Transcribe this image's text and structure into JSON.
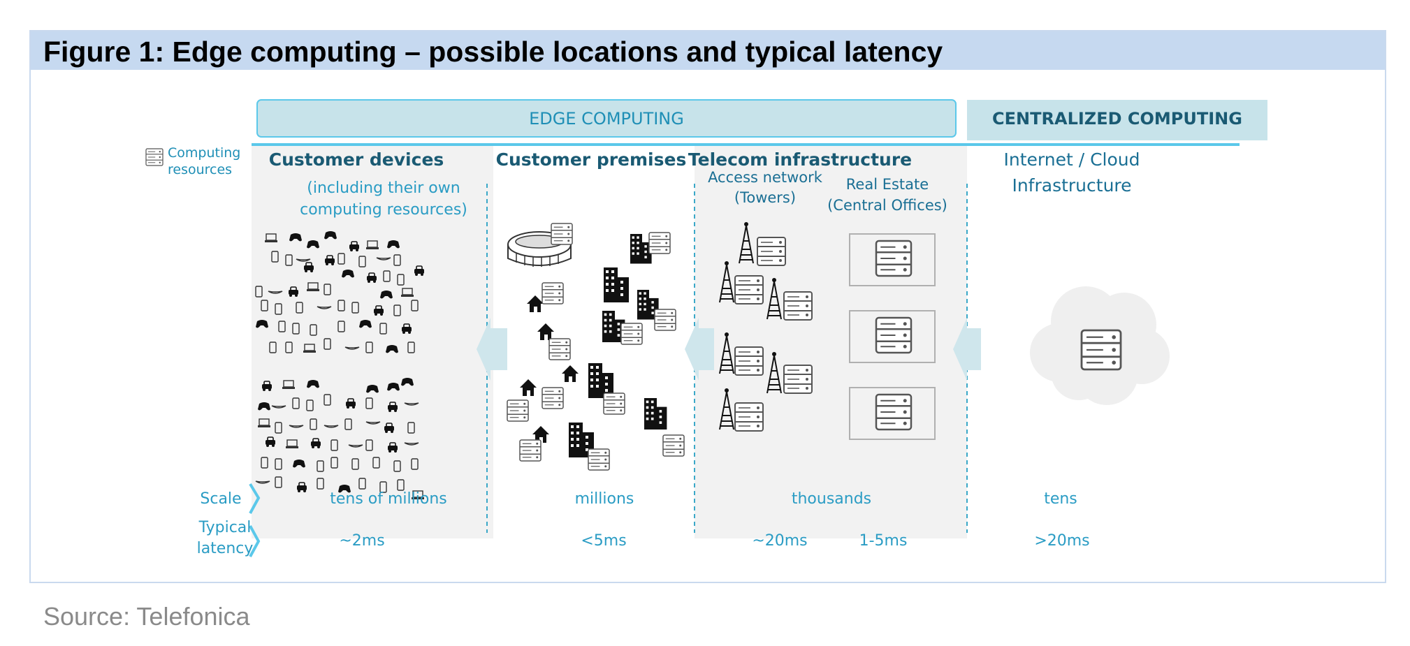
{
  "figure": {
    "title": "Figure 1: Edge computing – possible locations and typical latency",
    "source": "Source: Telefonica"
  },
  "diagram": {
    "colors": {
      "accent": "#5bc8ea",
      "teal_text": "#1f7fa6",
      "dark_teal": "#1a5a73",
      "band": "#c7e3ea",
      "panel": "#f2f2f2",
      "arrow": "#cfe6ec"
    },
    "banner_edge": "EDGE COMPUTING",
    "banner_central": "CENTRALIZED COMPUTING",
    "legend": {
      "icon": "server-icon",
      "line1": "Computing",
      "line2": "resources"
    },
    "columns": {
      "customer_devices": {
        "title": "Customer devices",
        "sub1": "(including their own",
        "sub2": "computing resources)"
      },
      "customer_premises": {
        "title": "Customer premises"
      },
      "telecom": {
        "title": "Telecom infrastructure",
        "access1": "Access network",
        "access2": "(Towers)",
        "real1": "Real Estate",
        "real2": "(Central Offices)"
      },
      "cloud": {
        "title1": "Internet / Cloud",
        "title2": "Infrastructure"
      }
    },
    "rows": {
      "scale": {
        "label": "Scale",
        "devices": "tens of millions",
        "premises": "millions",
        "telecom": "thousands",
        "cloud": "tens"
      },
      "latency": {
        "label1": "Typical",
        "label2": "latency",
        "devices": "~2ms",
        "premises": "<5ms",
        "access": "~20ms",
        "real_estate": "1-5ms",
        "cloud": ">20ms"
      }
    },
    "icons": [
      "laptop-icon",
      "phone-icon",
      "gamepad-icon",
      "car-icon",
      "drone-icon",
      "stadium-icon",
      "building-icon",
      "house-icon",
      "tower-icon",
      "server-icon",
      "cloud-icon"
    ]
  }
}
